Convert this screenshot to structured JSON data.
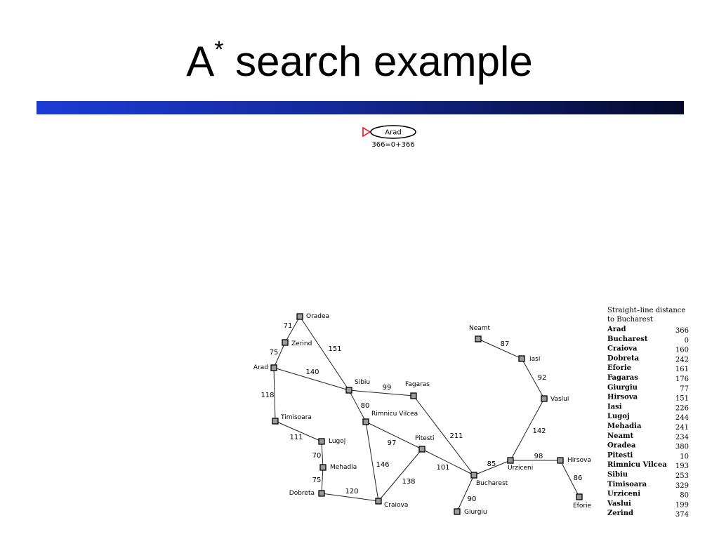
{
  "slide": {
    "title_main": "A",
    "title_sup": "*",
    "title_rest": " search example"
  },
  "search_tree": {
    "root_label": "Arad",
    "root_value": "366=0+366"
  },
  "map": {
    "cities": [
      {
        "id": "oradea",
        "name": "Oradea"
      },
      {
        "id": "zerind",
        "name": "Zerind"
      },
      {
        "id": "arad",
        "name": "Arad"
      },
      {
        "id": "timisoara",
        "name": "Timisoara"
      },
      {
        "id": "lugoj",
        "name": "Lugoj"
      },
      {
        "id": "mehadia",
        "name": "Mehadia"
      },
      {
        "id": "dobreta",
        "name": "Dobreta"
      },
      {
        "id": "craiova",
        "name": "Craiova"
      },
      {
        "id": "sibiu",
        "name": "Sibiu"
      },
      {
        "id": "rimnicu",
        "name": "Rimnicu Vilcea"
      },
      {
        "id": "fagaras",
        "name": "Fagaras"
      },
      {
        "id": "pitesti",
        "name": "Pitesti"
      },
      {
        "id": "bucharest",
        "name": "Bucharest"
      },
      {
        "id": "giurgiu",
        "name": "Giurgiu"
      },
      {
        "id": "urziceni",
        "name": "Urziceni"
      },
      {
        "id": "hirsova",
        "name": "Hirsova"
      },
      {
        "id": "eforie",
        "name": "Eforie"
      },
      {
        "id": "vaslui",
        "name": "Vaslui"
      },
      {
        "id": "iasi",
        "name": "Iasi"
      },
      {
        "id": "neamt",
        "name": "Neamt"
      }
    ],
    "roads": [
      {
        "from": "oradea",
        "to": "zerind",
        "distance": "71"
      },
      {
        "from": "zerind",
        "to": "arad",
        "distance": "75"
      },
      {
        "from": "oradea",
        "to": "sibiu",
        "distance": "151"
      },
      {
        "from": "arad",
        "to": "sibiu",
        "distance": "140"
      },
      {
        "from": "arad",
        "to": "timisoara",
        "distance": "118"
      },
      {
        "from": "timisoara",
        "to": "lugoj",
        "distance": "111"
      },
      {
        "from": "lugoj",
        "to": "mehadia",
        "distance": "70"
      },
      {
        "from": "mehadia",
        "to": "dobreta",
        "distance": "75"
      },
      {
        "from": "dobreta",
        "to": "craiova",
        "distance": "120"
      },
      {
        "from": "sibiu",
        "to": "fagaras",
        "distance": "99"
      },
      {
        "from": "sibiu",
        "to": "rimnicu",
        "distance": "80"
      },
      {
        "from": "rimnicu",
        "to": "pitesti",
        "distance": "97"
      },
      {
        "from": "rimnicu",
        "to": "craiova",
        "distance": "146"
      },
      {
        "from": "craiova",
        "to": "pitesti",
        "distance": "138"
      },
      {
        "from": "fagaras",
        "to": "bucharest",
        "distance": "211"
      },
      {
        "from": "pitesti",
        "to": "bucharest",
        "distance": "101"
      },
      {
        "from": "bucharest",
        "to": "giurgiu",
        "distance": "90"
      },
      {
        "from": "bucharest",
        "to": "urziceni",
        "distance": "85"
      },
      {
        "from": "urziceni",
        "to": "hirsova",
        "distance": "98"
      },
      {
        "from": "hirsova",
        "to": "eforie",
        "distance": "86"
      },
      {
        "from": "urziceni",
        "to": "vaslui",
        "distance": "142"
      },
      {
        "from": "vaslui",
        "to": "iasi",
        "distance": "92"
      },
      {
        "from": "iasi",
        "to": "neamt",
        "distance": "87"
      }
    ]
  },
  "sld_table": {
    "header_line1": "Straight–line distance",
    "header_line2": "to Bucharest",
    "rows": [
      {
        "city": "Arad",
        "value": "366"
      },
      {
        "city": "Bucharest",
        "value": "0"
      },
      {
        "city": "Craiova",
        "value": "160"
      },
      {
        "city": "Dobreta",
        "value": "242"
      },
      {
        "city": "Eforie",
        "value": "161"
      },
      {
        "city": "Fagaras",
        "value": "176"
      },
      {
        "city": "Giurgiu",
        "value": "77"
      },
      {
        "city": "Hirsova",
        "value": "151"
      },
      {
        "city": "Iasi",
        "value": "226"
      },
      {
        "city": "Lugoj",
        "value": "244"
      },
      {
        "city": "Mehadia",
        "value": "241"
      },
      {
        "city": "Neamt",
        "value": "234"
      },
      {
        "city": "Oradea",
        "value": "380"
      },
      {
        "city": "Pitesti",
        "value": "10"
      },
      {
        "city": "Rimnicu Vilcea",
        "value": "193"
      },
      {
        "city": "Sibiu",
        "value": "253"
      },
      {
        "city": "Timisoara",
        "value": "329"
      },
      {
        "city": "Urziceni",
        "value": "80"
      },
      {
        "city": "Vaslui",
        "value": "199"
      },
      {
        "city": "Zerind",
        "value": "374"
      }
    ]
  },
  "colors": {
    "title_bar_start": "#1b3bd6",
    "title_bar_end": "#050a2c",
    "start_marker": "#e8101e",
    "node_fill": "#9a9a9a"
  }
}
